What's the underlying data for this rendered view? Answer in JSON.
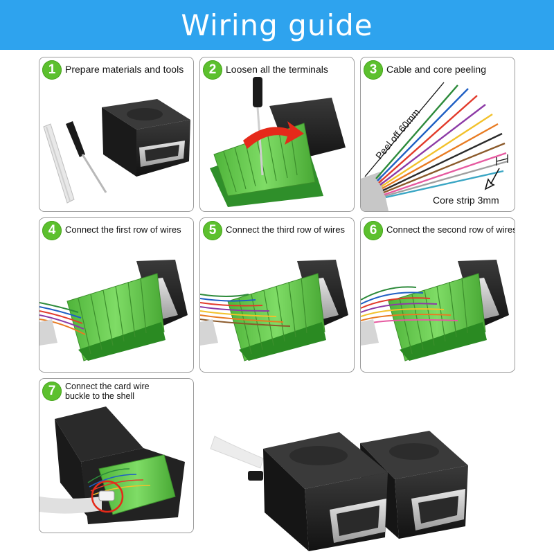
{
  "title": "Wiring guide",
  "steps": [
    {
      "number": "1",
      "label": "Prepare materials and tools"
    },
    {
      "number": "2",
      "label": "Loosen all the terminals"
    },
    {
      "number": "3",
      "label": "Cable and core peeling",
      "peel_label": "Peel off 60mm",
      "strip_label": "Core strip 3mm"
    },
    {
      "number": "4",
      "label": "Connect the first row of wires"
    },
    {
      "number": "5",
      "label": "Connect the third row of wires"
    },
    {
      "number": "6",
      "label": "Connect the second row of wires"
    },
    {
      "number": "7",
      "label": "Connect the card wire buckle to the shell"
    }
  ],
  "colors": {
    "banner": "#2ea3ee",
    "step_badge": "#5cc02e",
    "terminal_green": "#6fcf5a",
    "connector_black": "#1e1e1e"
  }
}
